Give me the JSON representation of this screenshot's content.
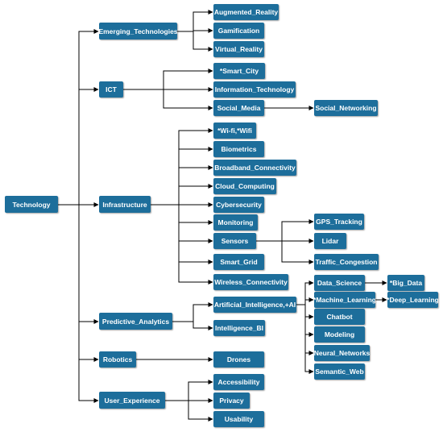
{
  "colors": {
    "node_fill": "#1d6e9b",
    "node_text": "#ffffff",
    "edge": "#000000"
  },
  "nodes": {
    "technology": "Technology",
    "emerging_technologies": "Emerging_Technologies",
    "augmented_reality": "Augmented_Reality",
    "gamification": "Gamification",
    "virtual_reality": "Virtual_Reality",
    "ict": "ICT",
    "smart_city": "*Smart_City",
    "information_technology": "Information_Technology",
    "social_media": "Social_Media",
    "social_networking": "Social_Networking",
    "infrastructure": "Infrastructure",
    "wifi": "*Wi-fi,*Wifi",
    "biometrics": "Biometrics",
    "broadband_connectivity": "Broadband_Connectivity",
    "cloud_computing": "Cloud_Computing",
    "cybersecurity": "Cybersecurity",
    "monitoring": "Monitoring",
    "sensors": "Sensors",
    "gps_tracking": "GPS_Tracking",
    "lidar": "Lidar",
    "traffic_congestion": "Traffic_Congestion",
    "smart_grid": "Smart_Grid",
    "wireless_connectivity": "Wireless_Connectivity",
    "predictive_analytics": "Predictive_Analytics",
    "artificial_intelligence": "Artificial_Intelligence,+AI",
    "intelligence_bi": "Intelligence_BI",
    "data_science": "Data_Science",
    "big_data": "*Big_Data",
    "machine_learning": "*Machine_Learning",
    "deep_learning": "*Deep_Learning",
    "chatbot": "Chatbot",
    "modeling": "Modeling",
    "neural_networks": "Neural_Networks",
    "semantic_web": "Semantic_Web",
    "robotics": "Robotics",
    "drones": "Drones",
    "user_experience": "User_Experience",
    "accessibility": "Accessibility",
    "privacy": "Privacy",
    "usability": "Usability"
  },
  "edges": [
    [
      "technology",
      "emerging_technologies"
    ],
    [
      "technology",
      "ict"
    ],
    [
      "technology",
      "infrastructure"
    ],
    [
      "technology",
      "predictive_analytics"
    ],
    [
      "technology",
      "robotics"
    ],
    [
      "technology",
      "user_experience"
    ],
    [
      "emerging_technologies",
      "augmented_reality"
    ],
    [
      "emerging_technologies",
      "gamification"
    ],
    [
      "emerging_technologies",
      "virtual_reality"
    ],
    [
      "ict",
      "smart_city"
    ],
    [
      "ict",
      "information_technology"
    ],
    [
      "ict",
      "social_media"
    ],
    [
      "social_media",
      "social_networking"
    ],
    [
      "infrastructure",
      "wifi"
    ],
    [
      "infrastructure",
      "biometrics"
    ],
    [
      "infrastructure",
      "broadband_connectivity"
    ],
    [
      "infrastructure",
      "cloud_computing"
    ],
    [
      "infrastructure",
      "cybersecurity"
    ],
    [
      "infrastructure",
      "monitoring"
    ],
    [
      "infrastructure",
      "sensors"
    ],
    [
      "infrastructure",
      "smart_grid"
    ],
    [
      "infrastructure",
      "wireless_connectivity"
    ],
    [
      "sensors",
      "gps_tracking"
    ],
    [
      "sensors",
      "lidar"
    ],
    [
      "sensors",
      "traffic_congestion"
    ],
    [
      "predictive_analytics",
      "artificial_intelligence"
    ],
    [
      "predictive_analytics",
      "intelligence_bi"
    ],
    [
      "artificial_intelligence",
      "data_science"
    ],
    [
      "artificial_intelligence",
      "machine_learning"
    ],
    [
      "artificial_intelligence",
      "chatbot"
    ],
    [
      "artificial_intelligence",
      "modeling"
    ],
    [
      "artificial_intelligence",
      "neural_networks"
    ],
    [
      "artificial_intelligence",
      "semantic_web"
    ],
    [
      "data_science",
      "big_data"
    ],
    [
      "machine_learning",
      "deep_learning"
    ],
    [
      "robotics",
      "drones"
    ],
    [
      "user_experience",
      "accessibility"
    ],
    [
      "user_experience",
      "privacy"
    ],
    [
      "user_experience",
      "usability"
    ]
  ]
}
